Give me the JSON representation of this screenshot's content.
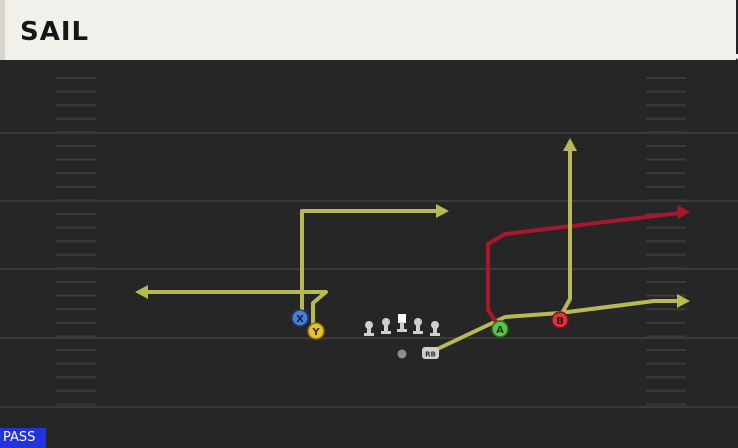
{
  "play": {
    "name": "SAIL",
    "type_badge": "PASS"
  },
  "receivers": [
    {
      "button": "X",
      "color": "#4a7fd1",
      "route_color": "#b9b954"
    },
    {
      "button": "Y",
      "color": "#e8c233",
      "route_color": "#b9b954"
    },
    {
      "button": "A",
      "color": "#5fc24f",
      "route_color": "#b9b954"
    },
    {
      "button": "B",
      "color": "#d8343f",
      "route_color": "#a8182b"
    }
  ],
  "backfield": {
    "rb_label": "RB"
  },
  "colors": {
    "header_bg": "#f1f0ea",
    "field_bg": "#262626",
    "route_yellow": "#b9b954",
    "route_red": "#a8182b",
    "badge_bg": "#2233dd"
  }
}
